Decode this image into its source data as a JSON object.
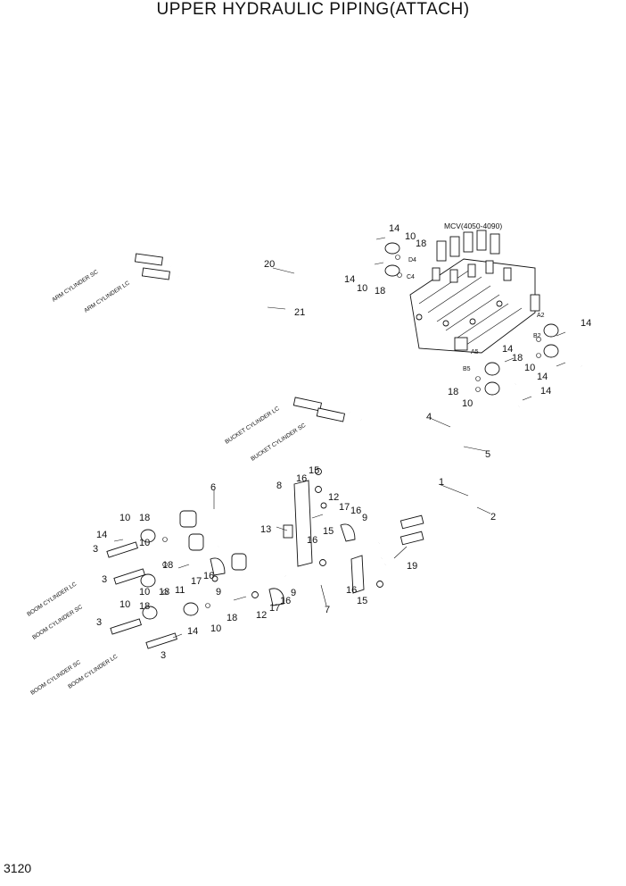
{
  "title": "UPPER HYDRAULIC PIPING(ATTACH)",
  "page_number": "3120",
  "mcv_label": "MCV(4050-4090)",
  "cylinder_labels": {
    "arm_sc": "ARM CYLINDER SC",
    "arm_lc": "ARM CYLINDER LC",
    "bucket_lc": "BUCKET CYLINDER LC",
    "bucket_sc": "BUCKET CYLINDER SC",
    "boom_lc_1": "BOOM CYLINDER LC",
    "boom_sc_1": "BOOM CYLINDER SC",
    "boom_sc_2": "BOOM CYLINDER SC",
    "boom_lc_2": "BOOM CYLINDER LC"
  },
  "ports": [
    "D4",
    "C4",
    "A2",
    "B2",
    "A5",
    "B5"
  ],
  "callouts": [
    "1",
    "2",
    "3",
    "3",
    "3",
    "3",
    "4",
    "5",
    "6",
    "7",
    "8",
    "9",
    "9",
    "9",
    "10",
    "10",
    "10",
    "10",
    "10",
    "10",
    "10",
    "11",
    "12",
    "12",
    "13",
    "14",
    "14",
    "14",
    "14",
    "14",
    "14",
    "14",
    "15",
    "15",
    "15",
    "16",
    "16",
    "16",
    "16",
    "16",
    "16",
    "17",
    "17",
    "17",
    "18",
    "18",
    "18",
    "18",
    "18",
    "18",
    "18",
    "18",
    "18",
    "18",
    "19",
    "20",
    "21"
  ]
}
